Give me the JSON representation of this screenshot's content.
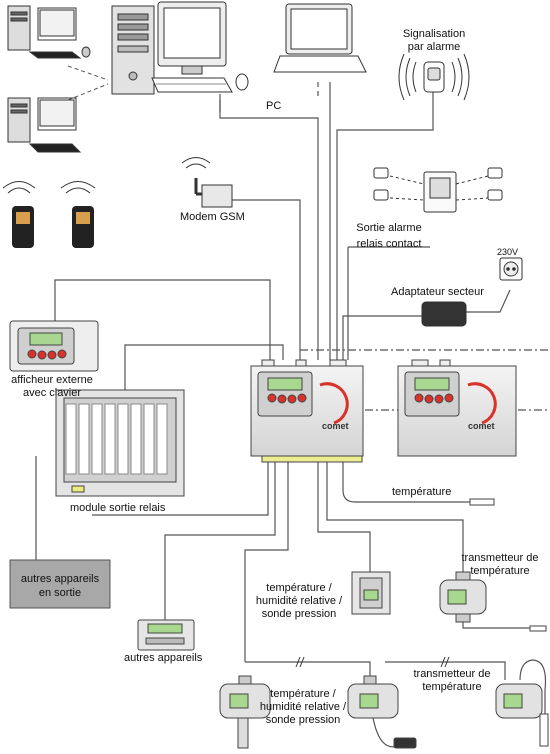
{
  "labels": {
    "pc": "PC",
    "signalisation_line1": "Signalisation",
    "signalisation_line2": "par alarme",
    "modem_gsm": "Modem GSM",
    "sortie_alarme_line1": "Sortie alarme",
    "sortie_alarme_line2": "relais contact",
    "voltage": "230V",
    "adaptateur": "Adaptateur secteur",
    "afficheur_line1": "afficheur externe",
    "afficheur_line2": "avec clavier",
    "module_relais": "module sortie relais",
    "temperature": "température",
    "autres_sortie_line1": "autres appareils",
    "autres_sortie_line2": "en sortie",
    "autres_appareils": "autres appareils",
    "thp_mid_line1": "température /",
    "thp_mid_line2": "humidité relative /",
    "thp_mid_line3": "sonde pression",
    "transmetteur1_line1": "transmetteur de",
    "transmetteur1_line2": "température",
    "thp_bot_line1": "température /",
    "thp_bot_line2": "humidité relative /",
    "thp_bot_line3": "sonde pression",
    "transmetteur2_line1": "transmetteur de",
    "transmetteur2_line2": "température",
    "break_mark": "//",
    "brand": "comet"
  },
  "colors": {
    "line": "#555555",
    "device_fill": "#e6e6e6",
    "device_stroke": "#444444",
    "button_red": "#d9322b",
    "lcd": "#9fd089",
    "dark": "#2b2b2b"
  }
}
